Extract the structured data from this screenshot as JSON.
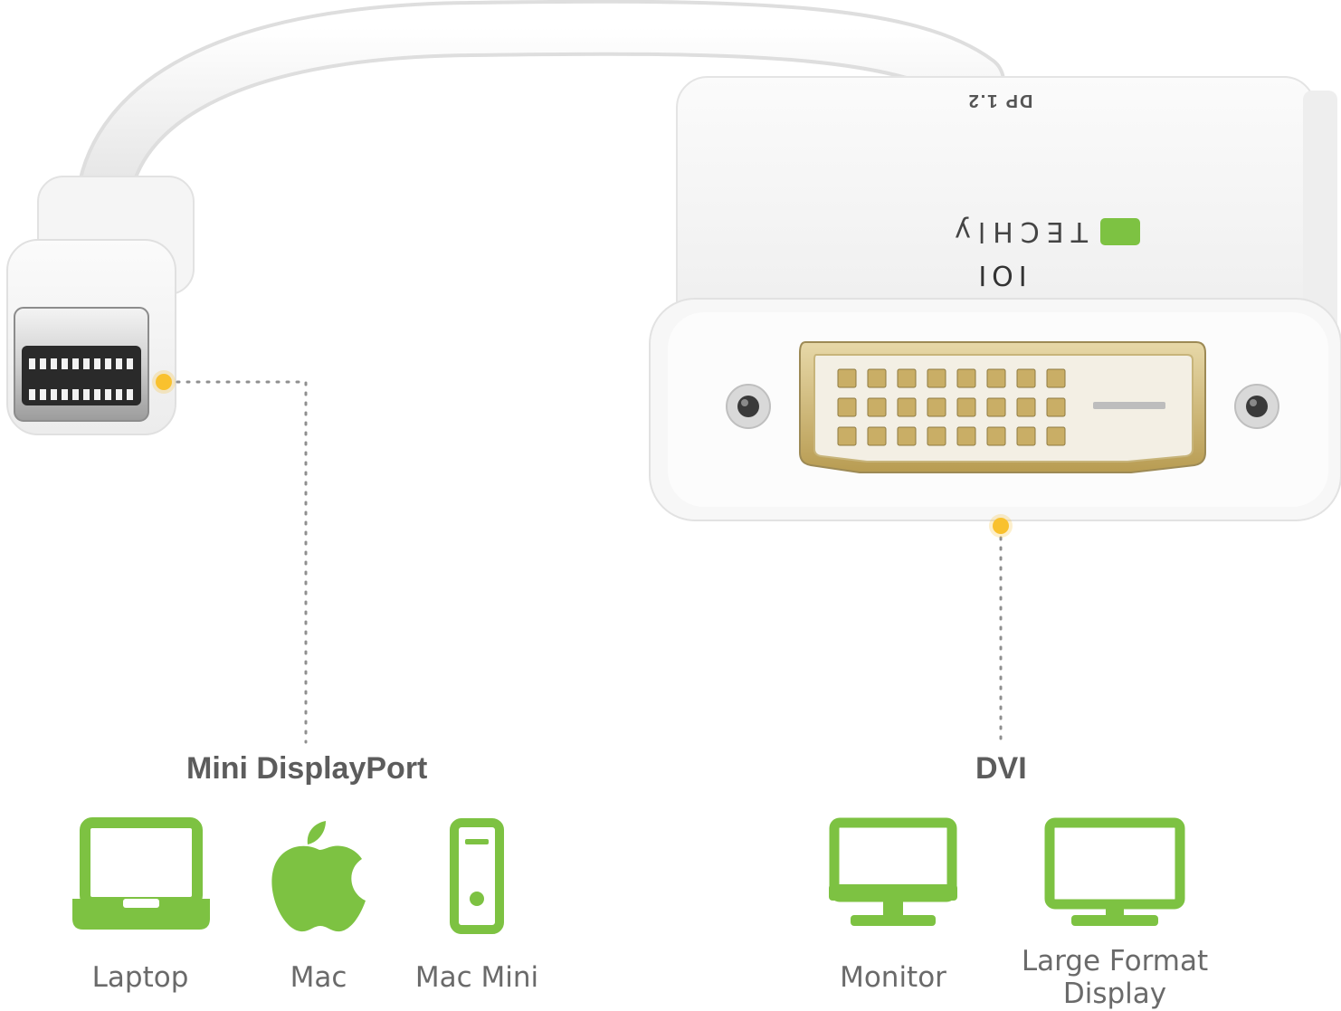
{
  "product": {
    "brand": "TECHly",
    "port_marking": "DP 1.2",
    "dvi_marking": "IOI"
  },
  "sections": {
    "input": {
      "title": "Mini DisplayPort",
      "devices": [
        {
          "icon": "laptop-icon",
          "label": "Laptop"
        },
        {
          "icon": "apple-icon",
          "label": "Mac"
        },
        {
          "icon": "mac-mini-icon",
          "label": "Mac Mini"
        }
      ]
    },
    "output": {
      "title": "DVI",
      "devices": [
        {
          "icon": "monitor-icon",
          "label": "Monitor"
        },
        {
          "icon": "large-display-icon",
          "label_line1": "Large Format",
          "label_line2": "Display"
        }
      ]
    }
  },
  "colors": {
    "accent_green": "#7dc242",
    "callout_yellow": "#f9c12e",
    "text_gray": "#5c5c5c"
  }
}
